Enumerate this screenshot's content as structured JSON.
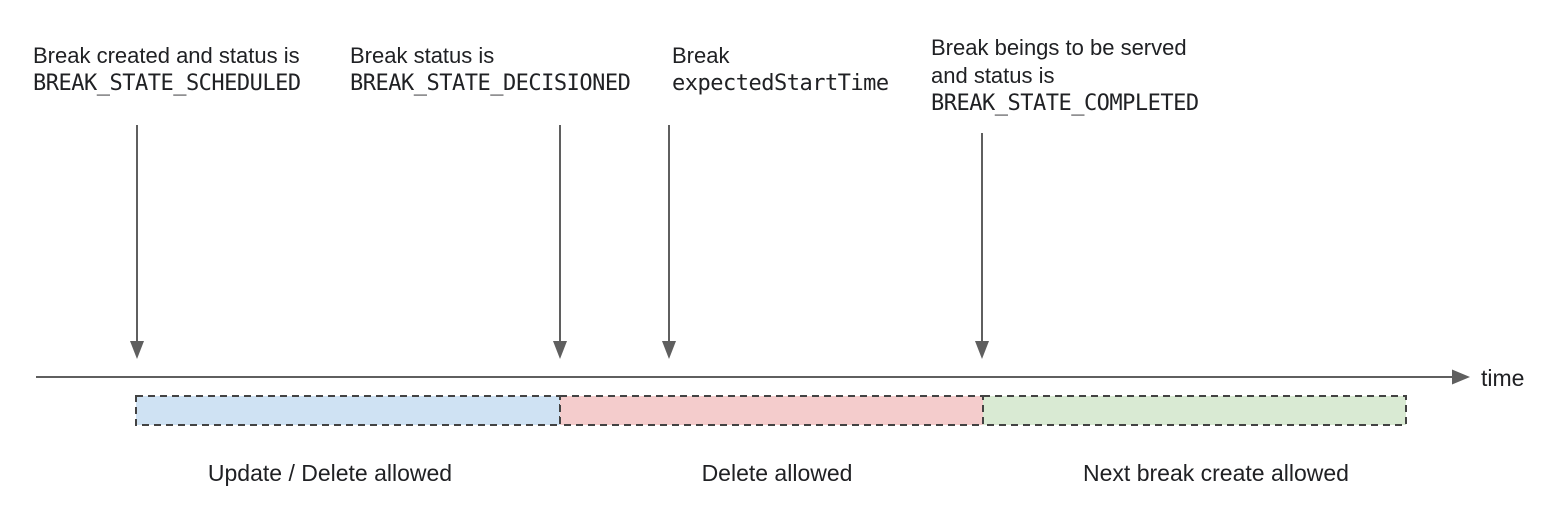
{
  "annotations": [
    {
      "line1": "Break created and status is",
      "code": "BREAK_STATE_SCHEDULED"
    },
    {
      "line1": "Break status is",
      "code": "BREAK_STATE_DECISIONED"
    },
    {
      "line1": "Break",
      "code": "expectedStartTime"
    },
    {
      "line1": "Break beings to be served",
      "line2": "and status is",
      "code": "BREAK_STATE_COMPLETED"
    }
  ],
  "timeline": {
    "axis_label": "time"
  },
  "segments": [
    {
      "label": "Update / Delete allowed",
      "color": "#cfe2f3"
    },
    {
      "label": "Delete allowed",
      "color": "#f4cccc"
    },
    {
      "label": "Next break create allowed",
      "color": "#d9ead3"
    }
  ],
  "colors": {
    "line": "#5f5f5f",
    "segment_border": "#434343",
    "text": "#202124"
  }
}
